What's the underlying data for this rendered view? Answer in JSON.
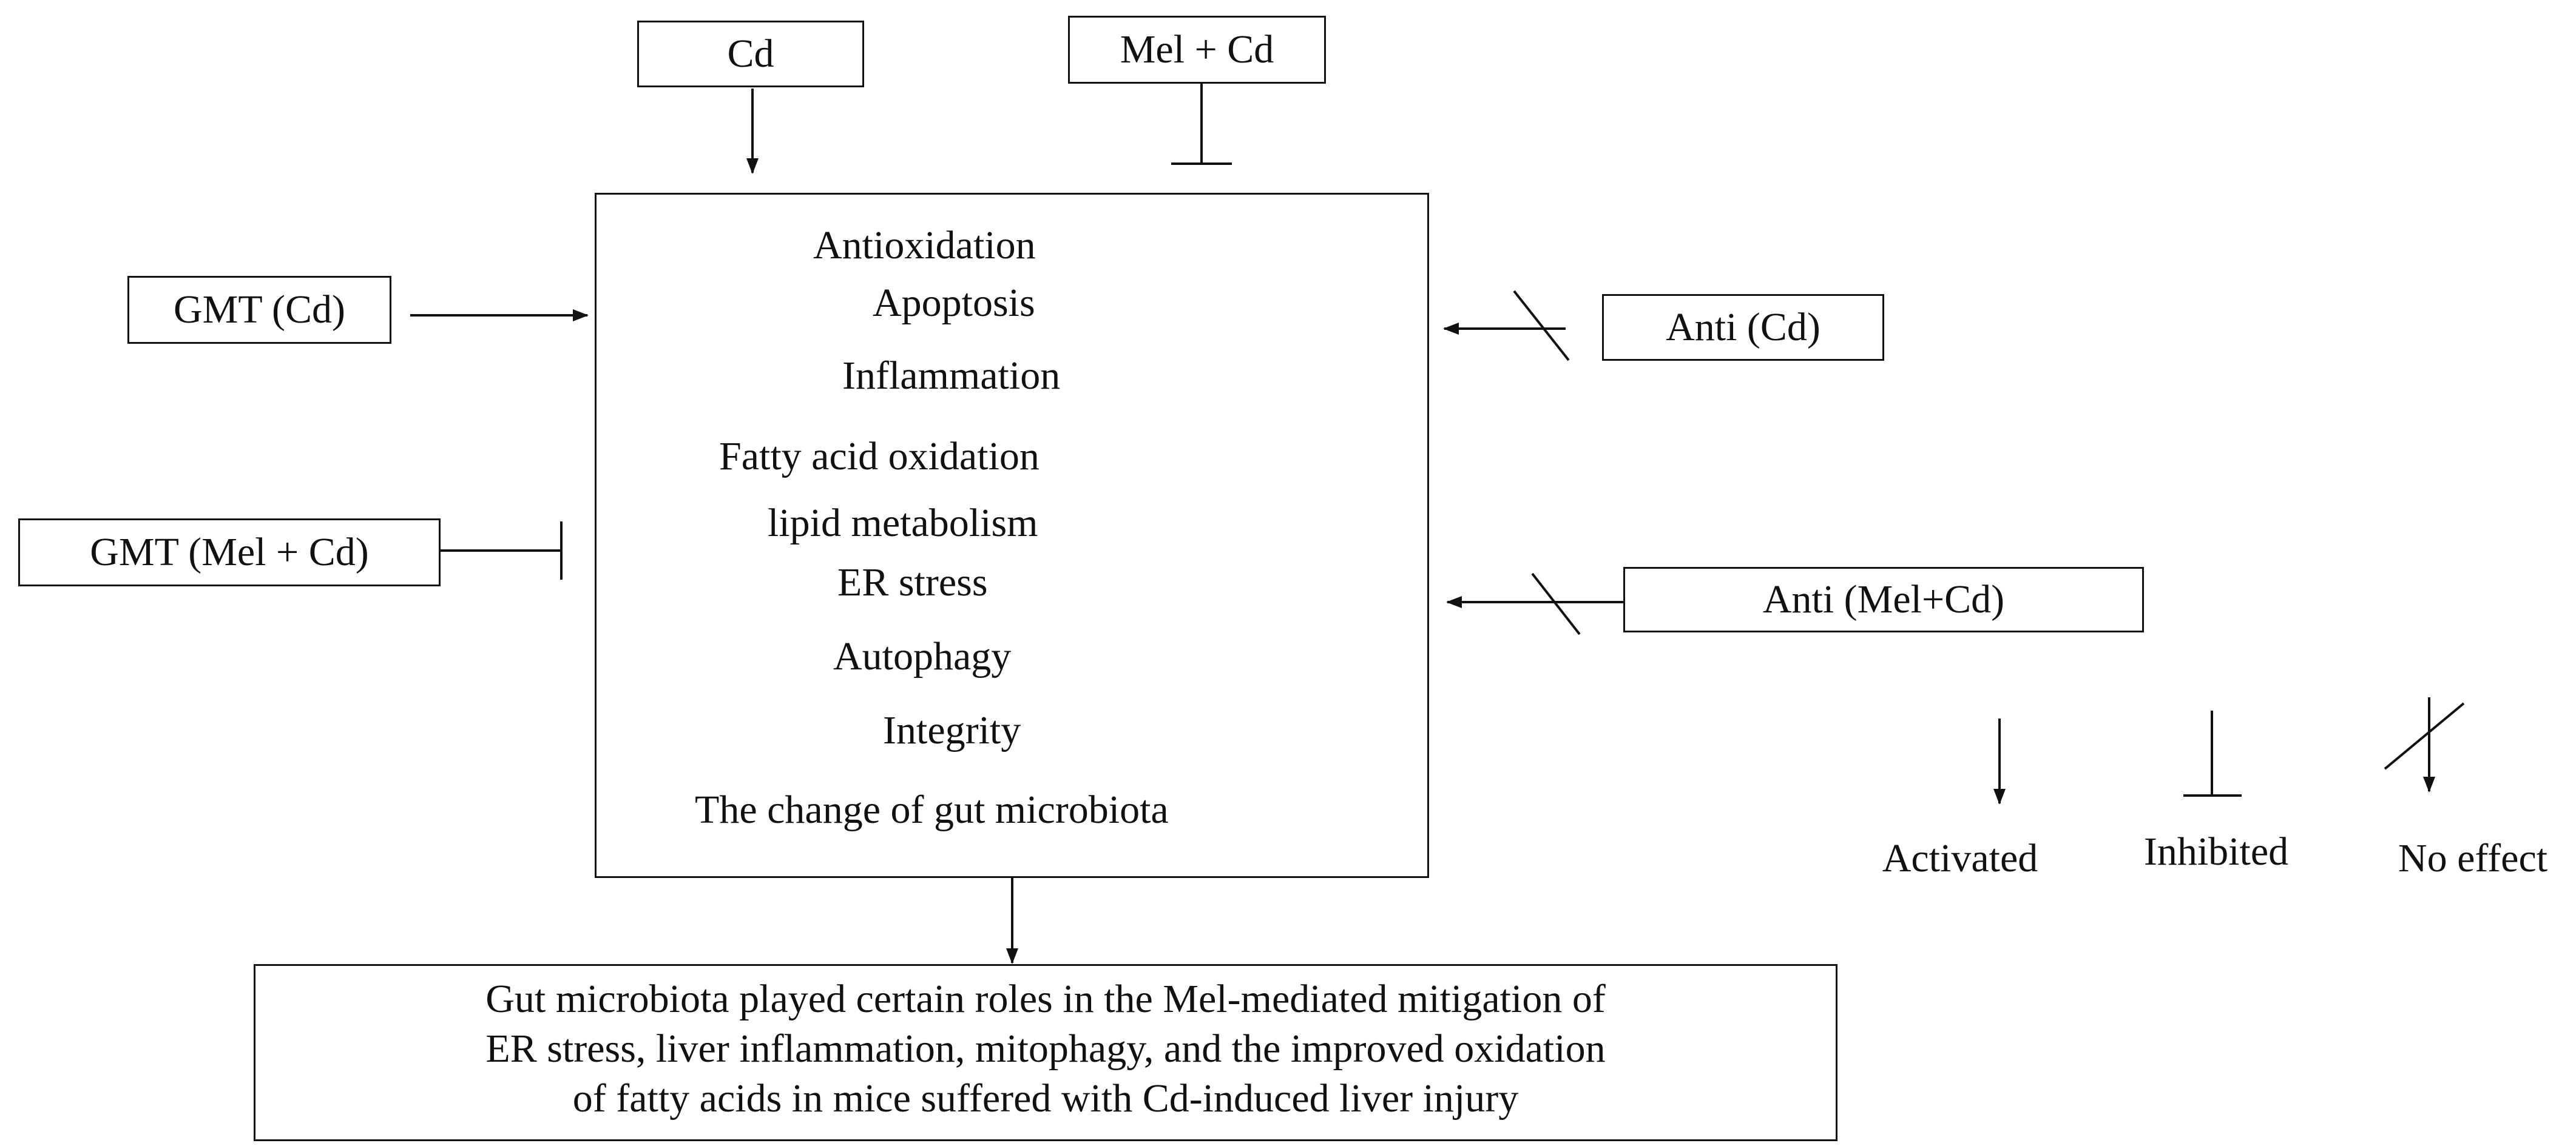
{
  "inputs": {
    "cd": "Cd",
    "mel_cd": "Mel + Cd",
    "gmt_cd": "GMT (Cd)",
    "gmt_mel_cd": "GMT (Mel + Cd)",
    "anti_cd": "Anti (Cd)",
    "anti_mel_cd": "Anti (Mel+Cd)"
  },
  "effects": [
    {
      "label": "Antioxidation",
      "direction": "down"
    },
    {
      "label": "Apoptosis",
      "direction": "up"
    },
    {
      "label": "Inflammation",
      "direction": "up"
    },
    {
      "label": "Fatty acid oxidation",
      "direction": "down"
    },
    {
      "label": "lipid metabolism",
      "direction": "down"
    },
    {
      "label": "ER stress",
      "direction": "up"
    },
    {
      "label": "Autophagy",
      "direction": "up"
    },
    {
      "label": "Integrity",
      "direction": "down"
    },
    {
      "label": "The change of gut microbiota",
      "direction": "up"
    }
  ],
  "outcome": {
    "line1": "Gut microbiota played certain roles in the Mel-mediated mitigation of",
    "line2": "ER stress, liver inflammation, mitophagy, and the improved oxidation",
    "line3": "of fatty acids in mice suffered with Cd-induced liver injury"
  },
  "legend": {
    "activated": "Activated",
    "inhibited": "Inhibited",
    "no_effect": "No effect"
  }
}
